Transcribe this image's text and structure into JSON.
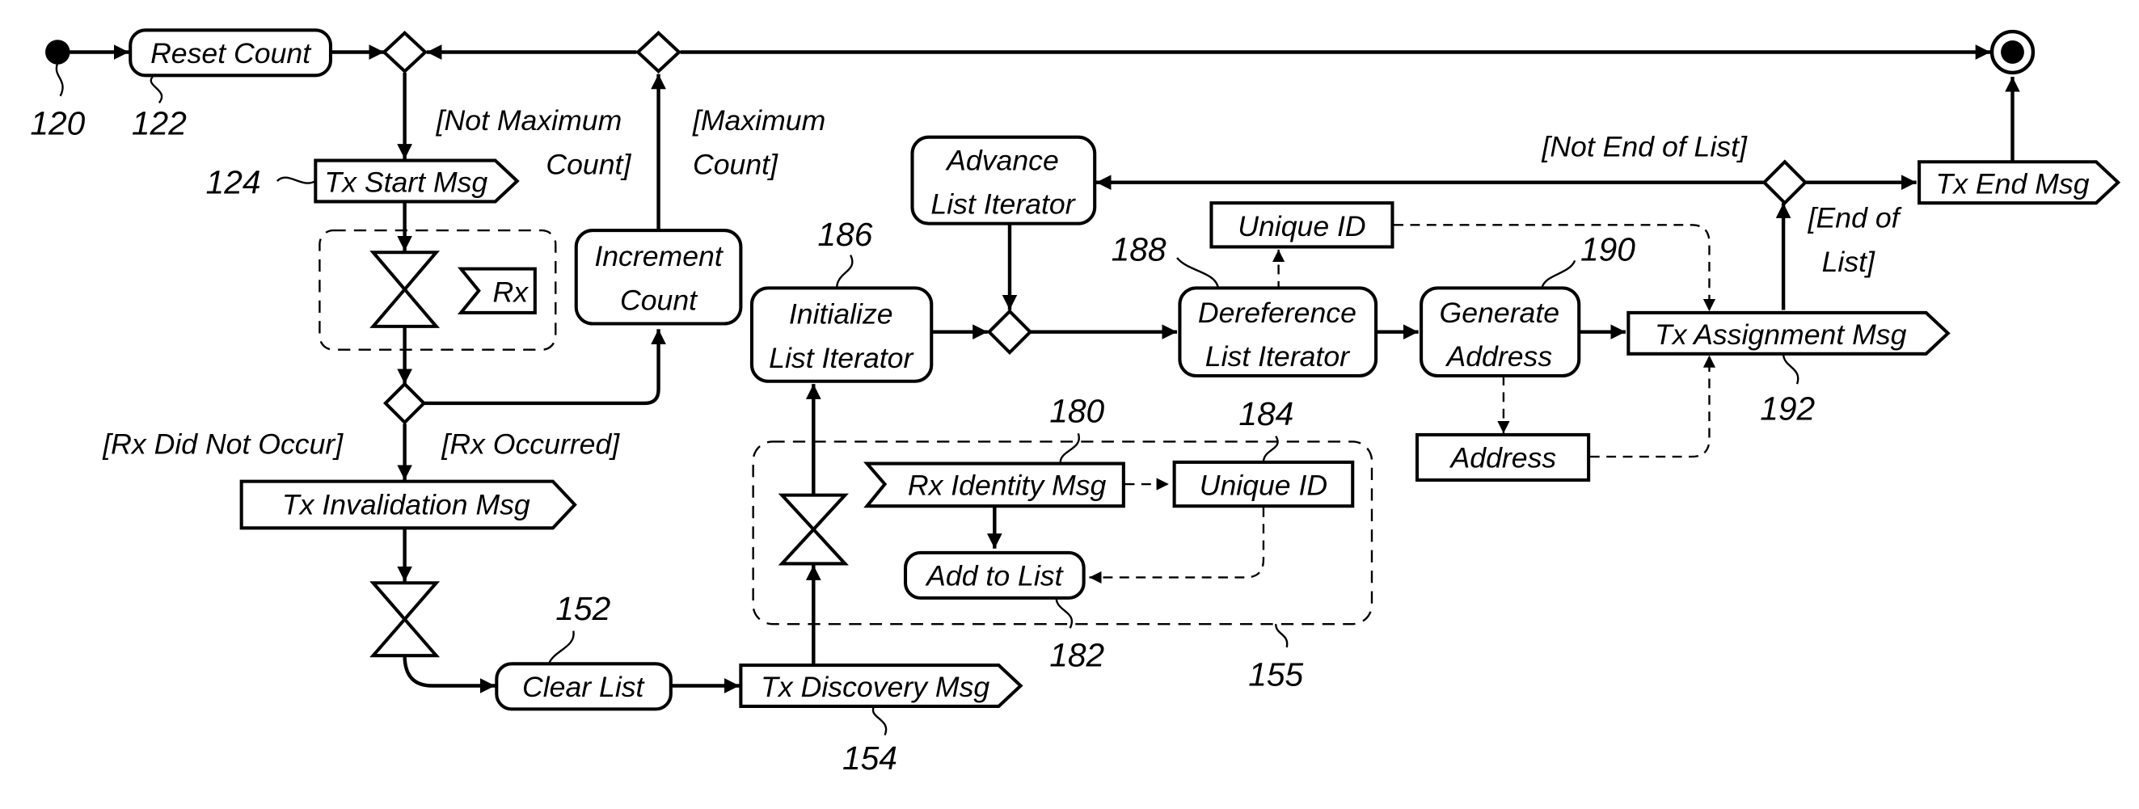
{
  "nodes": {
    "reset_count": "Reset Count",
    "tx_start_msg": "Tx Start Msg",
    "rx": "Rx",
    "increment_count_l1": "Increment",
    "increment_count_l2": "Count",
    "tx_invalidation_msg": "Tx Invalidation Msg",
    "clear_list": "Clear List",
    "tx_discovery_msg": "Tx Discovery Msg",
    "rx_identity_msg": "Rx Identity Msg",
    "unique_id_a": "Unique ID",
    "add_to_list": "Add to List",
    "initialize_l1": "Initialize",
    "initialize_l2": "List Iterator",
    "advance_l1": "Advance",
    "advance_l2": "List Iterator",
    "unique_id_b": "Unique ID",
    "dereference_l1": "Dereference",
    "dereference_l2": "List Iterator",
    "generate_l1": "Generate",
    "generate_l2": "Address",
    "address": "Address",
    "tx_assignment_msg": "Tx Assignment Msg",
    "tx_end_msg": "Tx End Msg"
  },
  "guards": {
    "not_max_l1": "[Not Maximum",
    "not_max_l2": "Count]",
    "max_l1": "[Maximum",
    "max_l2": "Count]",
    "rx_not_occur": "[Rx Did Not Occur]",
    "rx_occurred": "[Rx Occurred]",
    "not_end_list": "[Not End of List]",
    "end_of_l1": "[End of",
    "end_of_l2": "List]"
  },
  "refs": {
    "r120": "120",
    "r122": "122",
    "r124": "124",
    "r152": "152",
    "r154": "154",
    "r155": "155",
    "r180": "180",
    "r182": "182",
    "r184": "184",
    "r186": "186",
    "r188": "188",
    "r190": "190",
    "r192": "192"
  }
}
